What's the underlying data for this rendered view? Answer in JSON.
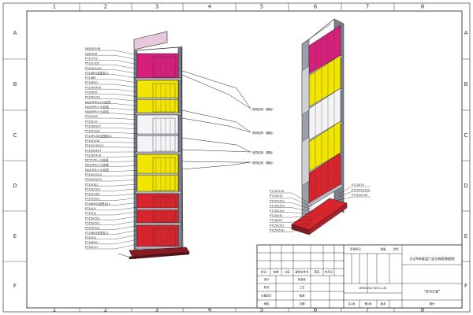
{
  "frame": {
    "columns": [
      "1",
      "2",
      "3",
      "4",
      "5",
      "6",
      "7",
      "8"
    ],
    "rows": [
      "A",
      "B",
      "C",
      "D",
      "E",
      "F"
    ]
  },
  "left_view": {
    "callouts": [
      "NQ45P10B",
      "QJ32010",
      "PT15750",
      "PT15(7)31",
      "PT15V(1)21",
      "PT15B5(定型名)1",
      "PT15B5",
      "PT16090",
      "PT15V5F55",
      "PT10050",
      "PT15V(7)0",
      "NQ15P25(+3)总成",
      "NQ15P5(+3)总成",
      "NQ45P5(+4)总成",
      "PT15100",
      "PT15L10",
      "PT15W(2)7",
      "PT15(2)30",
      "PT15P130(定型名)1",
      "PT15(5)30",
      "PT15V15(0)1",
      "PT15V5F07",
      "PT15V5F20",
      "NT15V5(+3)总成",
      "NQ15P5(+3)总成",
      "NQ15P5(+4)总成",
      "PT15V(5)10",
      "PT15V(5)12",
      "PT15(3)1",
      "PT15V(5)3",
      "PT15(1)00",
      "PT15V(5)1",
      "PT16090(定型名)1",
      "PT14(1)",
      "PT15(5)",
      "PT15V(5)1",
      "PT15V(5)1",
      "PT15Y(5)1",
      "PT15B5(定型名)1",
      "PT15(5)",
      "PT16090",
      "PT16(5)1"
    ],
    "leaders": [
      "按同结构（模板）",
      "按同结构（模板）",
      "按同结构（模板）",
      "按同结构（模板）"
    ]
  },
  "right_view": {
    "callouts_left": [
      "PT15V100",
      "PT15V(5)",
      "PT15V(5)2",
      "PT15V(5)0",
      "PT15V(5)1",
      "PT15V(5)",
      "PT16090",
      "PT15V(5)1",
      "PT15V5(4)"
    ],
    "callouts_right": [
      "PT14070",
      "PT15V15130",
      "PT15Y0150"
    ]
  },
  "title_block": {
    "rev_headers": [
      "标记",
      "处数",
      "分区",
      "更改文件号",
      "签名",
      "年月日"
    ],
    "role_labels": [
      "设计",
      "校对",
      "审核",
      "工艺",
      "批准",
      "主管设计",
      "标准化",
      "日期"
    ],
    "stage_header": "阶段标记",
    "weight_header": "重量",
    "scale_header": "比例",
    "drawing_title": "万达9米楼层门定位格塔装配图",
    "drawing_number": "W9450027.850-1,45",
    "company": "\"苏州天普\"",
    "sheet_total": "共1张",
    "sheet_index": "第1张",
    "version_label": "版本",
    "replace_label": "替代"
  },
  "colors": {
    "line": "#222222",
    "frame_line": "#555555",
    "magenta": "#d61f7b",
    "yellow": "#f2e600",
    "red": "#d8242c",
    "pink_plate": "#e8c8dc",
    "white_panel": "#f4f4f6",
    "panel_grey": "#cfcfd6",
    "dark_red": "#8a1a22",
    "rail": "#7a7f8a"
  }
}
